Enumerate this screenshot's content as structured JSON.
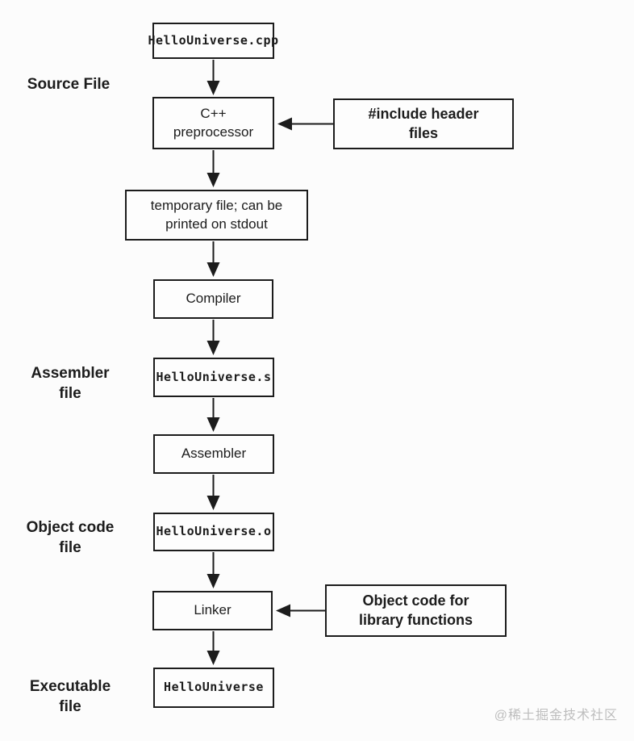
{
  "diagram": {
    "flow": {
      "cpp_file": "HelloUniverse.cpp",
      "preprocessor": "C++\npreprocessor",
      "temp_file": "temporary file; can be\nprinted on stdout",
      "compiler": "Compiler",
      "asm_file": "HelloUniverse.s",
      "assembler": "Assembler",
      "obj_file": "HelloUniverse.o",
      "linker": "Linker",
      "exe_file": "HelloUniverse"
    },
    "inputs": {
      "headers": "#include header\nfiles",
      "libraries": "Object code for\nlibrary functions"
    },
    "stage_labels": {
      "source": "Source File",
      "assembler": "Assembler\nfile",
      "object": "Object code\nfile",
      "executable": "Executable\nfile"
    }
  },
  "watermark": "@稀土掘金技术社区",
  "colors": {
    "background": "#fcfcfc",
    "line": "#1c1c1c",
    "text": "#1c1c1c",
    "watermark_text": "#bdbdbd"
  }
}
